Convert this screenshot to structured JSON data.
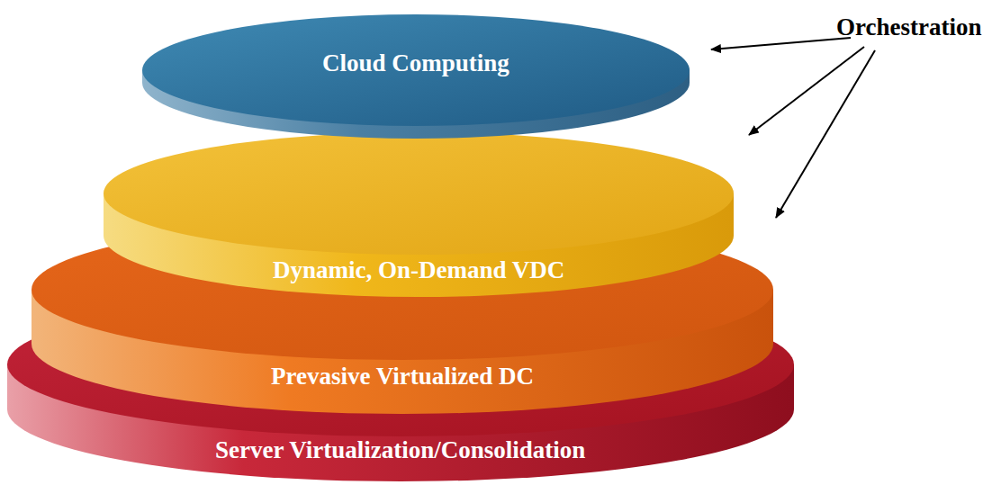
{
  "diagram": {
    "nodes": [
      {
        "text": [
          "Cloud Computing"
        ]
      },
      {
        "text": [
          "Dynamic, On-Demand VDC"
        ]
      },
      {
        "text": [
          "Prevasive Virtualized DC"
        ]
      },
      {
        "text": [
          "Server Virtualization/Consolidation"
        ]
      }
    ],
    "labels": [
      "Orchestration"
    ]
  }
}
